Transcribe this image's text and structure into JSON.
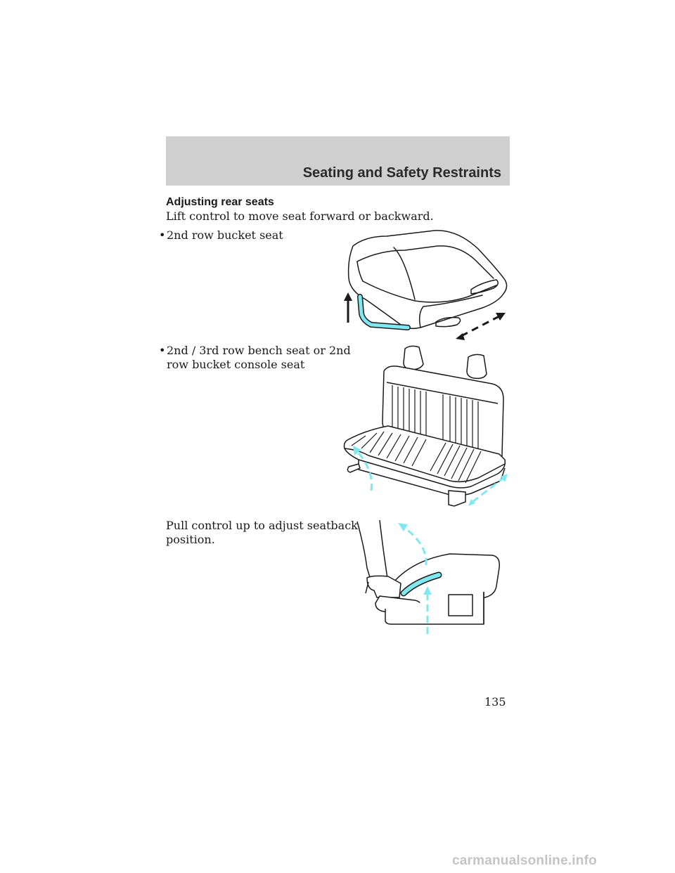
{
  "header": {
    "title": "Seating and Safety Restraints"
  },
  "section": {
    "heading": "Adjusting rear seats",
    "intro": "Lift control to move seat forward or backward.",
    "bullets": [
      {
        "marker": "•",
        "text": "2nd row bucket seat"
      },
      {
        "marker": "•",
        "line1": "2nd / 3rd row bench seat or 2nd",
        "line2": "row bucket console seat"
      }
    ],
    "seatback_line1": "Pull control up to adjust seatback",
    "seatback_line2": "position."
  },
  "page_number": "135",
  "watermark": "carmanualsonline.info",
  "colors": {
    "accent": "#7fe8f0",
    "header_band": "#cfcfcf",
    "line_art": "#1a1a1a"
  }
}
